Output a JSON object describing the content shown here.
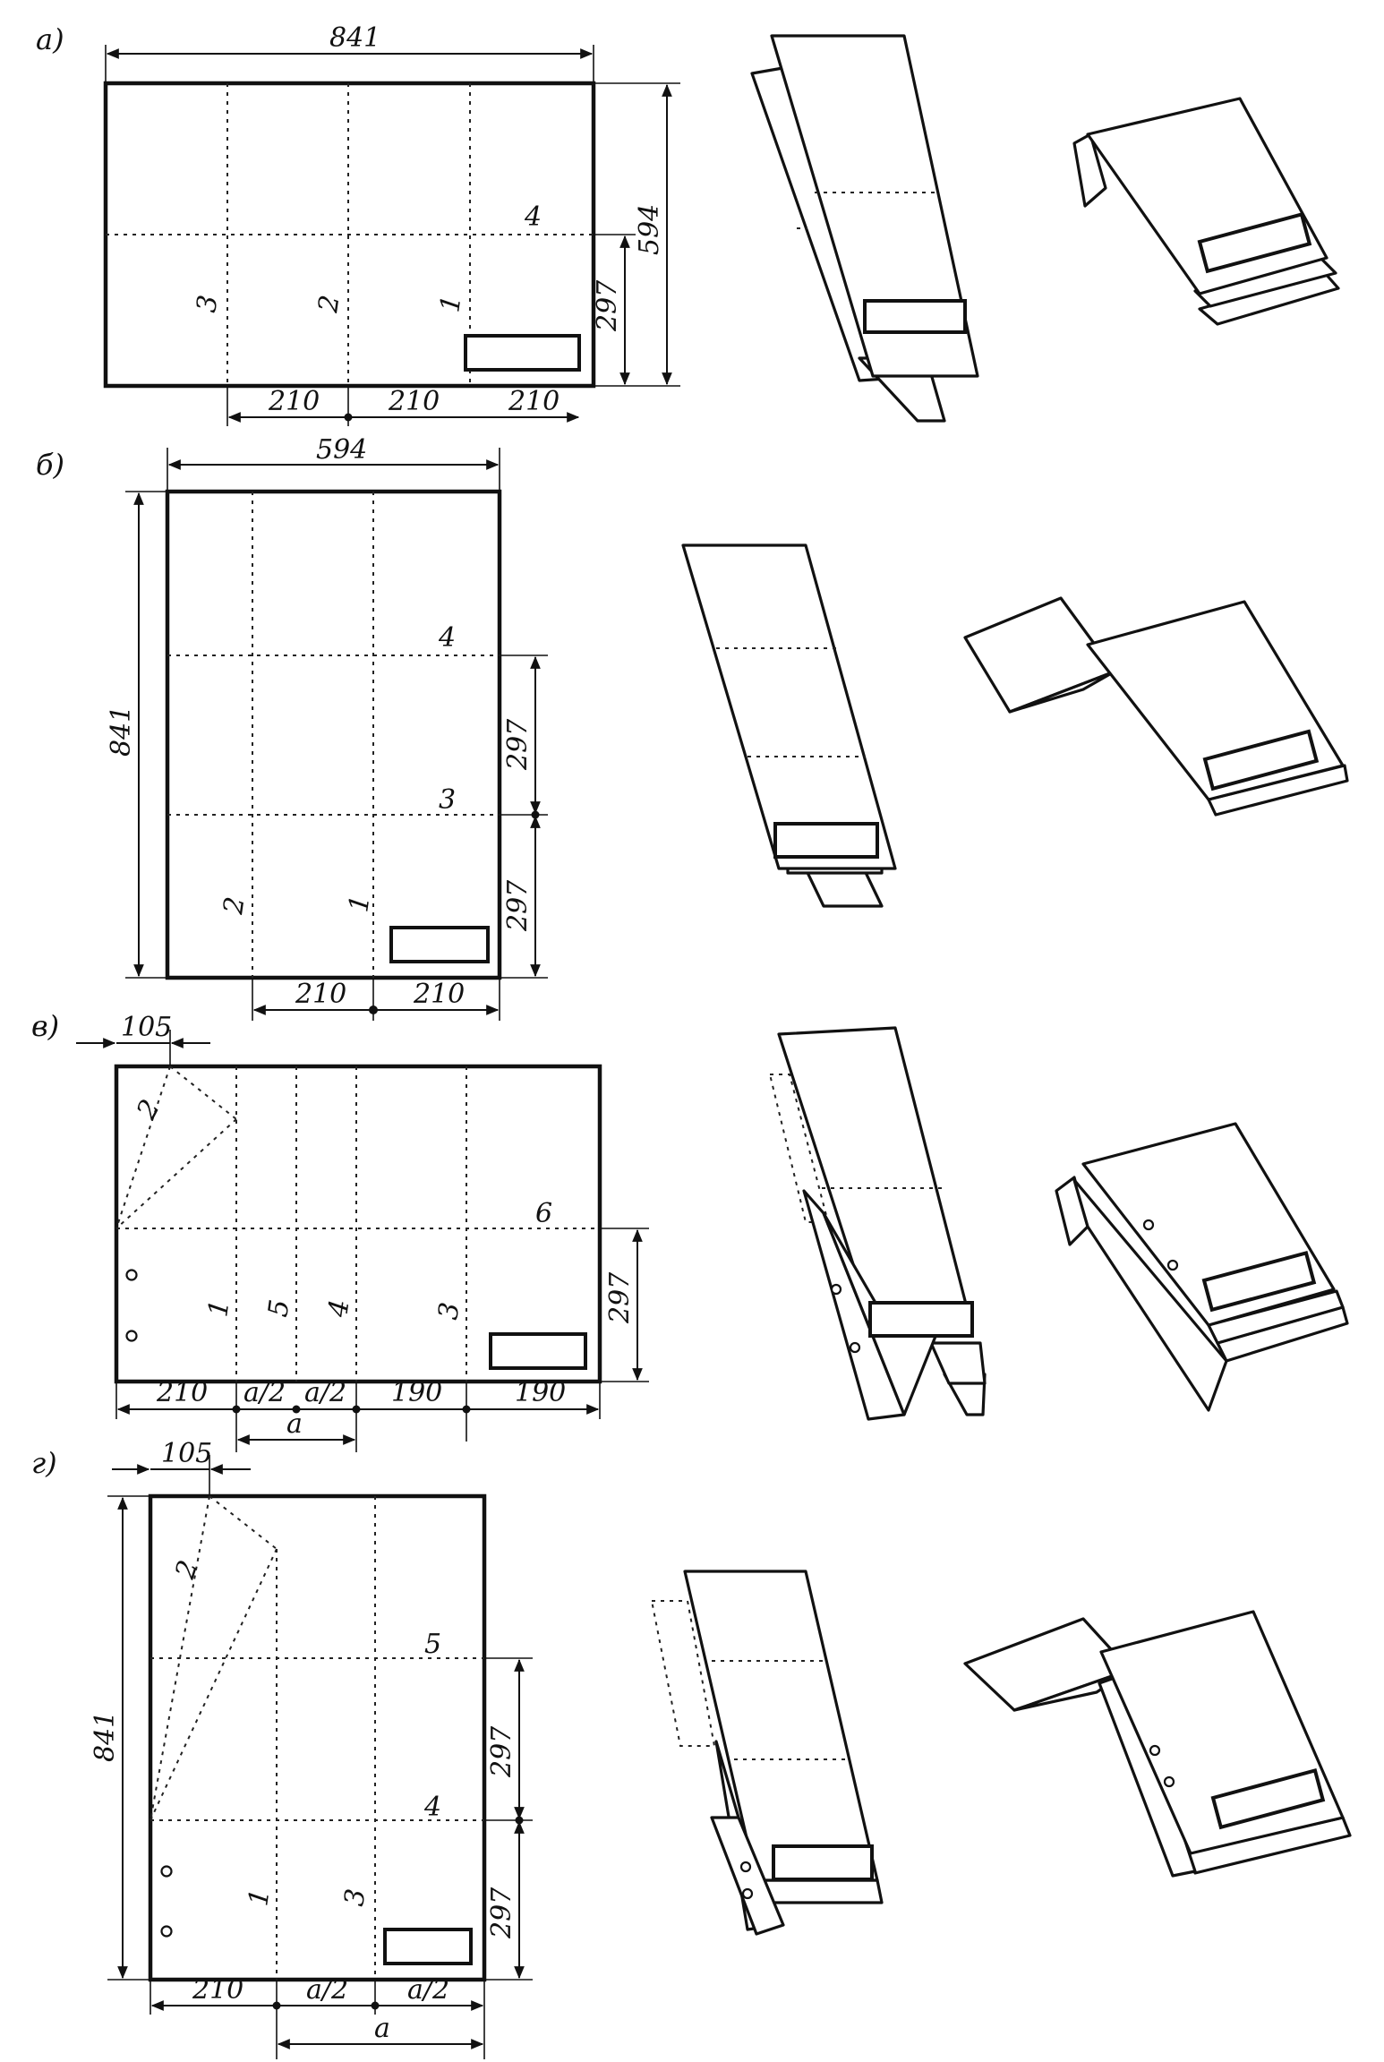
{
  "panels": [
    {
      "id": "a",
      "label": "а)",
      "dimensions": {
        "top": "841",
        "right_total": "594",
        "right_part": "297",
        "bottom": [
          "210",
          "210",
          "210"
        ]
      },
      "fold_numbers": [
        "1",
        "2",
        "3",
        "4"
      ]
    },
    {
      "id": "b",
      "label": "б)",
      "dimensions": {
        "top": "594",
        "left": "841",
        "right": [
          "297",
          "297"
        ],
        "bottom": [
          "210",
          "210"
        ]
      },
      "fold_numbers": [
        "1",
        "2",
        "3",
        "4"
      ]
    },
    {
      "id": "v",
      "label": "в)",
      "dimensions": {
        "top": "105",
        "right": "297",
        "bottom": [
          "210",
          "a/2",
          "a/2",
          "190",
          "190"
        ],
        "bottom_sub": "a"
      },
      "fold_numbers": [
        "1",
        "2",
        "3",
        "4",
        "5",
        "6"
      ]
    },
    {
      "id": "g",
      "label": "г)",
      "dimensions": {
        "top": "105",
        "left": "841",
        "right": [
          "297",
          "297"
        ],
        "bottom": [
          "210",
          "a/2",
          "a/2"
        ],
        "bottom_sub": "a"
      },
      "fold_numbers": [
        "1",
        "2",
        "3",
        "4",
        "5"
      ]
    }
  ]
}
